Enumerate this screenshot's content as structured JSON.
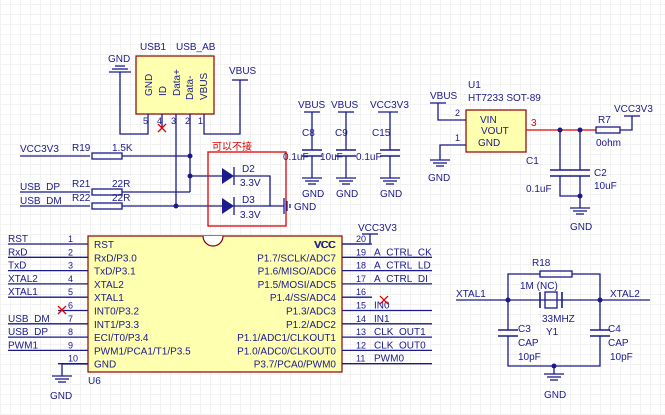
{
  "usb": {
    "ref": "USB1",
    "type": "USB_AB",
    "pins": [
      "GND",
      "ID",
      "Data+",
      "Data-",
      "VBUS"
    ],
    "pin_nums": [
      "5",
      "4",
      "3",
      "2",
      "1"
    ],
    "vbus": "VBUS",
    "gnd": "GND"
  },
  "u1": {
    "ref": "U1",
    "part": "HT7233 SOT-89",
    "vin": "VIN",
    "vout": "VOUT",
    "gnd": "GND",
    "p2": "2",
    "p3": "3",
    "p1": "1",
    "vbus": "VBUS",
    "gnd_label": "GND"
  },
  "r7": {
    "ref": "R7",
    "value": "0ohm",
    "net": "VCC3V3"
  },
  "c1": {
    "ref": "C1",
    "value": "0.1uF"
  },
  "c2": {
    "ref": "C2",
    "value": "10uF"
  },
  "c8": {
    "ref": "C8",
    "value": "0.1uF",
    "net": "VBUS"
  },
  "c9": {
    "ref": "C9",
    "value": "10uF",
    "net": "VBUS"
  },
  "c15": {
    "ref": "C15",
    "value": "0.1uF",
    "net": "VCC3V3"
  },
  "r19": {
    "ref": "R19",
    "value": "1.5K",
    "net": "VCC3V3"
  },
  "r21": {
    "ref": "R21",
    "value": "22R",
    "net": "USB_DP"
  },
  "r22": {
    "ref": "R22",
    "value": "22R",
    "net": "USB_DM"
  },
  "diodes": {
    "note": "可以不接",
    "d2": "D2",
    "d3": "D3",
    "v2": "3.3V",
    "v3": "3.3V",
    "gnd": "GND"
  },
  "u6": {
    "ref": "U6",
    "vcc_net": "VCC3V3",
    "vcc": "VCC",
    "gnd": "GND",
    "left_pins": [
      {
        "num": "1",
        "name": "RST",
        "net": "RST"
      },
      {
        "num": "2",
        "name": "RxD/P3.0",
        "net": "RxD"
      },
      {
        "num": "3",
        "name": "TxD/P3.1",
        "net": "TxD"
      },
      {
        "num": "4",
        "name": "XTAL2",
        "net": "XTAL2"
      },
      {
        "num": "5",
        "name": "XTAL1",
        "net": "XTAL1"
      },
      {
        "num": "6",
        "name": "INT0/P3.2",
        "net": ""
      },
      {
        "num": "7",
        "name": "INT1/P3.3",
        "net": "USB_DM"
      },
      {
        "num": "8",
        "name": "ECI/T0/P3.4",
        "net": "USB_DP"
      },
      {
        "num": "9",
        "name": "PWM1/PCA1/T1/P3.5",
        "net": "PWM1"
      },
      {
        "num": "10",
        "name": "GND",
        "net": ""
      }
    ],
    "right_pins": [
      {
        "num": "20",
        "name": "VCC",
        "net": ""
      },
      {
        "num": "19",
        "name": "P1.7/SCLK/ADC7",
        "net": "A_CTRL_CK"
      },
      {
        "num": "18",
        "name": "P1.6/MISO/ADC6",
        "net": "A_CTRL_LD"
      },
      {
        "num": "17",
        "name": "P1.5/MOSI/ADC5",
        "net": "A_CTRL_DI"
      },
      {
        "num": "16",
        "name": "P1.4/SS/ADC4",
        "net": ""
      },
      {
        "num": "15",
        "name": "P1.3/ADC3",
        "net": "IN0"
      },
      {
        "num": "14",
        "name": "P1.2/ADC2",
        "net": "IN1"
      },
      {
        "num": "13",
        "name": "P1.1/ADC1/CLKOUT1",
        "net": "CLK_OUT1"
      },
      {
        "num": "12",
        "name": "P1.0/ADC0/CLKOUT0",
        "net": "CLK_OUT0"
      },
      {
        "num": "11",
        "name": "P3.7/PCA0/PWM0",
        "net": "PWM0"
      }
    ]
  },
  "crystal": {
    "r18": "R18",
    "r18_val": "1M (NC)",
    "y1": "Y1",
    "freq": "33MHZ",
    "xtal1": "XTAL1",
    "xtal2": "XTAL2",
    "c3": "C3",
    "c3_val": "CAP",
    "c3_v": "10pF",
    "c4": "C4",
    "c4_val": "CAP",
    "c4_v": "10pF",
    "gnd": "GND"
  },
  "gnd_labels": {
    "g": "GND"
  }
}
